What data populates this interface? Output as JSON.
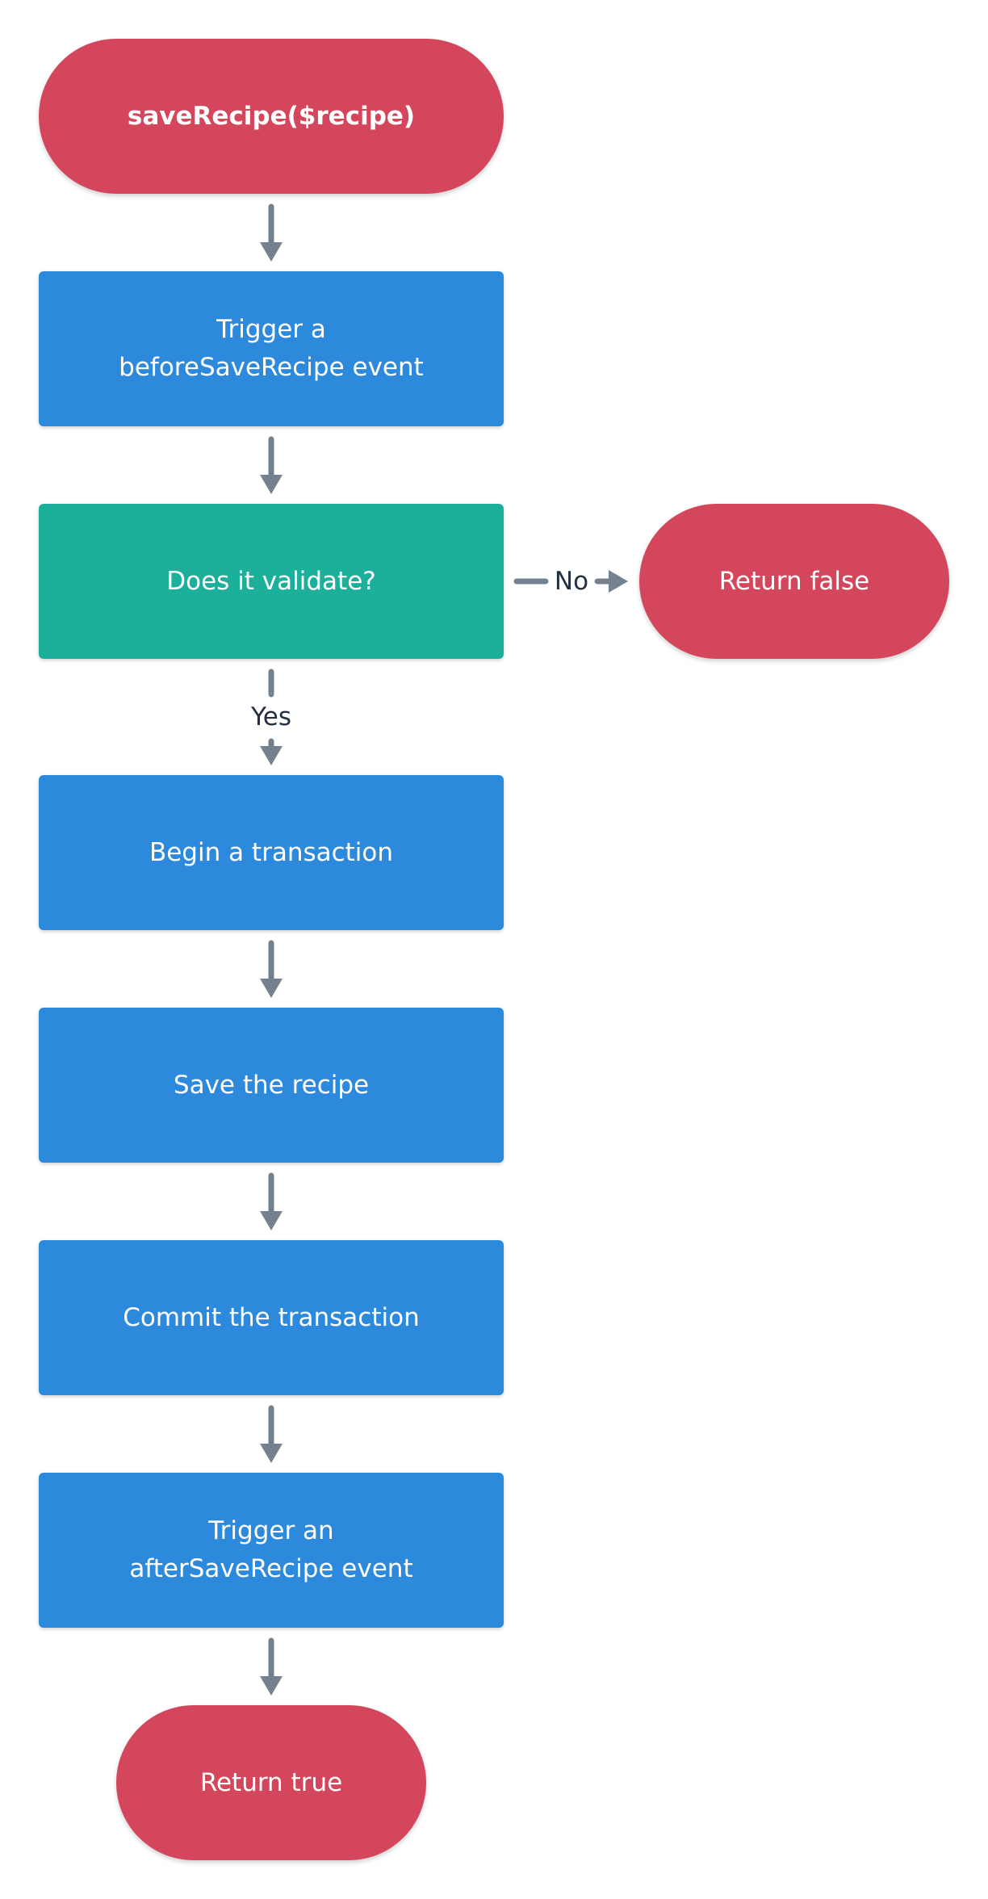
{
  "diagram": {
    "start": {
      "label": "saveRecipe($recipe)"
    },
    "step_before_event": {
      "label": "Trigger a\nbeforeSaveRecipe event"
    },
    "decision_validate": {
      "label": "Does it validate?"
    },
    "return_false": {
      "label": "Return false"
    },
    "step_begin_transaction": {
      "label": "Begin a transaction"
    },
    "step_save_recipe": {
      "label": "Save the recipe"
    },
    "step_commit_transaction": {
      "label": "Commit the transaction"
    },
    "step_after_event": {
      "label": "Trigger an\nafterSaveRecipe event"
    },
    "return_true": {
      "label": "Return true"
    },
    "edge_no_label": "No",
    "edge_yes_label": "Yes"
  },
  "colors": {
    "terminal": "#d4465b",
    "process": "#2d89dc",
    "decision": "#1cb09b",
    "arrow": "#74828f",
    "edge_text": "#22303f"
  }
}
